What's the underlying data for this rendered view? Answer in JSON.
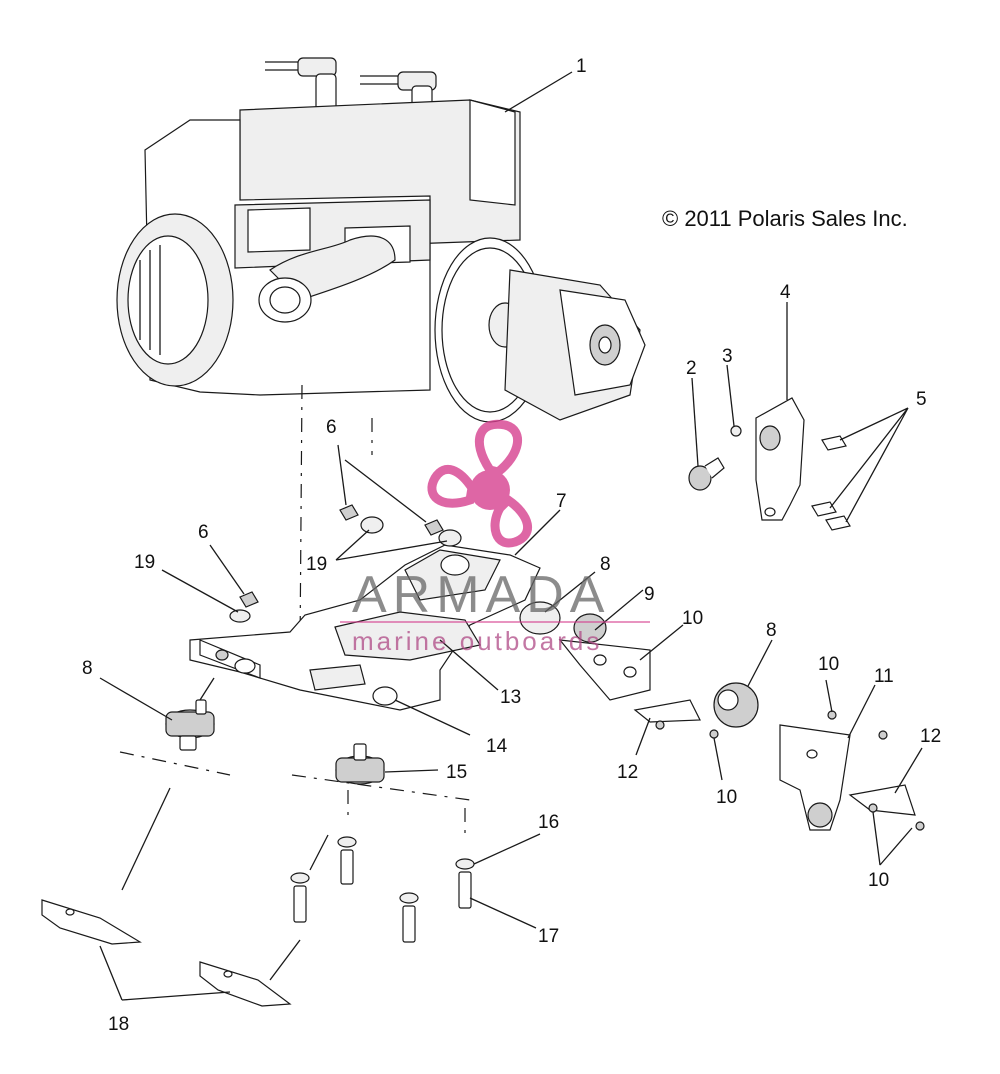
{
  "copyright": "© 2011 Polaris Sales Inc.",
  "watermark": {
    "brand": "ARMADA",
    "tagline": "marine outboards",
    "accent": "#d6418f"
  },
  "callouts": [
    "1",
    "2",
    "3",
    "4",
    "5",
    "6",
    "6",
    "7",
    "8",
    "8",
    "8",
    "9",
    "10",
    "10",
    "10",
    "10",
    "11",
    "12",
    "12",
    "13",
    "14",
    "15",
    "16",
    "17",
    "18",
    "19",
    "19"
  ]
}
